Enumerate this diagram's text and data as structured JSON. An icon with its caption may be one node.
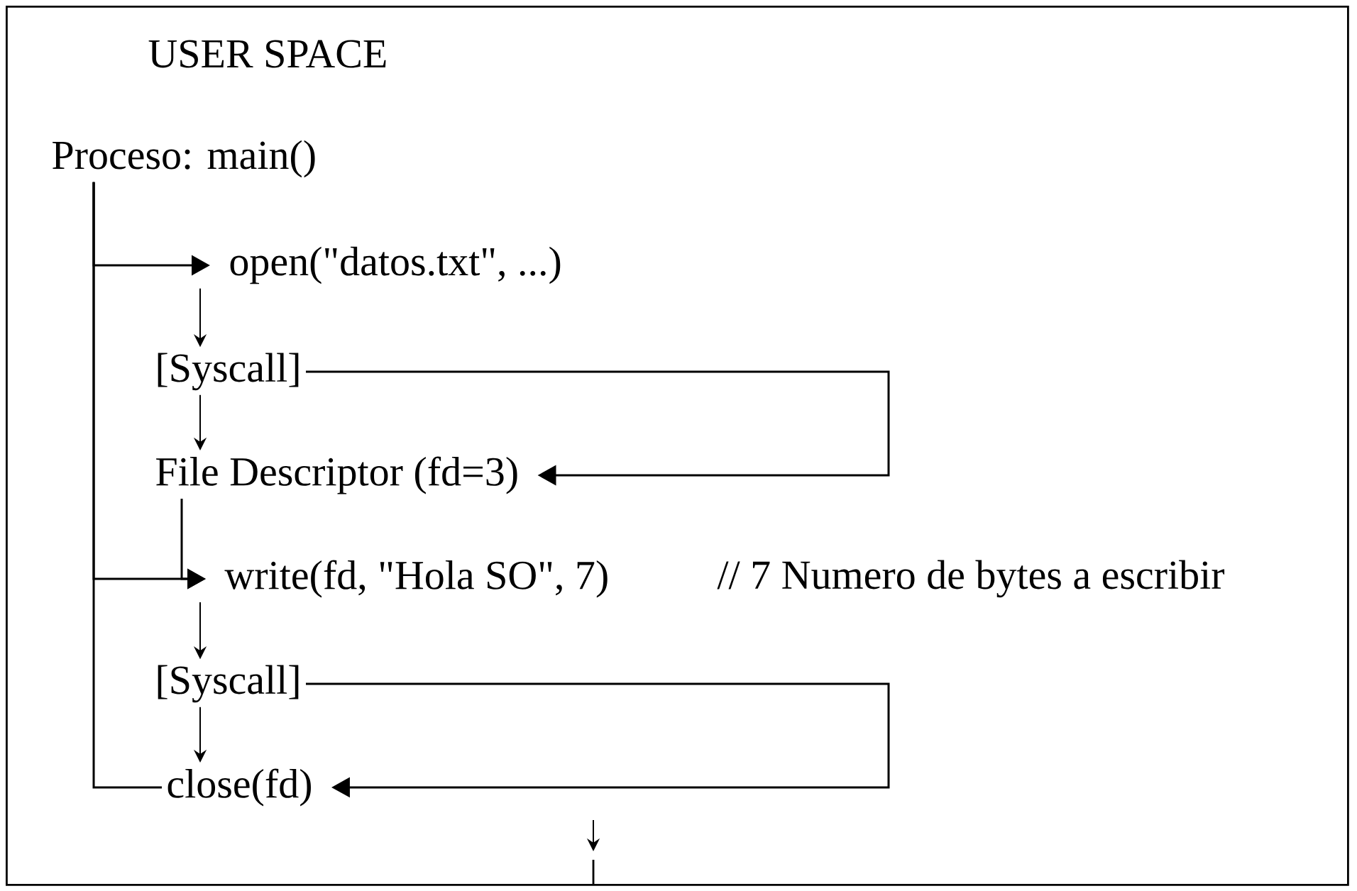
{
  "diagram": {
    "nodes": [
      {
        "text": [
          "USER SPACE"
        ]
      },
      {
        "text": [
          "Proceso: main()"
        ],
        "in": 0
      },
      {
        "text": [
          "open(\"datos.txt\", ...)"
        ],
        "in": 0
      },
      {
        "text": [
          "[Syscall]"
        ],
        "in": 0
      },
      {
        "text": [
          "File Descriptor (fd=3)"
        ],
        "in": 0
      },
      {
        "text": [
          "write(fd, \"Hola SO\", 7)"
        ],
        "in": 0,
        "beside": [
          "// 7 Numero de bytes a escribir"
        ]
      },
      {
        "text": [
          "[Syscall]"
        ],
        "in": 0
      },
      {
        "text": [
          "close(fd)"
        ],
        "in": 0
      }
    ],
    "edges": [
      {
        "from": 1,
        "to": 2,
        "arrow": "to"
      },
      {
        "from": 2,
        "to": 3,
        "arrow": "to"
      },
      {
        "from": 3,
        "to": 4,
        "arrow": "to"
      },
      {
        "from": 3,
        "to": 4,
        "arrow": "to"
      },
      {
        "from": 1,
        "to": 5,
        "arrow": "to"
      },
      {
        "from": 4,
        "to": 5,
        "arrow": "to"
      },
      {
        "from": 5,
        "to": 6,
        "arrow": "to"
      },
      {
        "from": 6,
        "to": 7,
        "arrow": "to"
      },
      {
        "from": 6,
        "to": 7,
        "arrow": "to"
      },
      {
        "from": 1,
        "to": 7,
        "arrow": "none"
      }
    ]
  }
}
